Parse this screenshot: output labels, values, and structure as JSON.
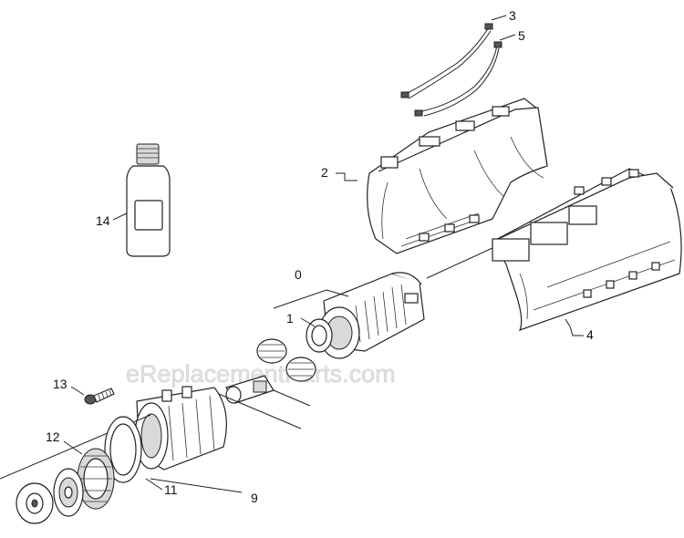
{
  "watermark": "eReplacementParts.com",
  "callouts": {
    "c0": "0",
    "c1": "1",
    "c2": "2",
    "c3": "3",
    "c4": "4",
    "c5": "5",
    "c9": "9",
    "c11": "11",
    "c12": "12",
    "c13": "13",
    "c14": "14"
  }
}
